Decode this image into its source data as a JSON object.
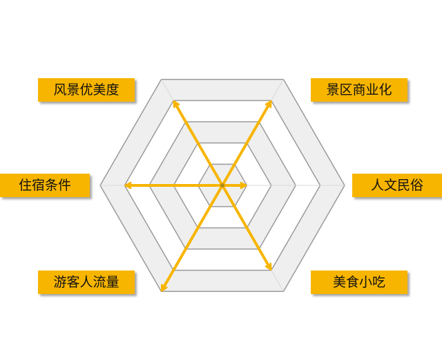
{
  "chart_data": {
    "type": "radar",
    "title": "",
    "axes": [
      "景区商业化",
      "人文民俗",
      "美食小吃",
      "游客人流量",
      "住宿条件",
      "风景优美度"
    ],
    "values": [
      4,
      1,
      4,
      5,
      4,
      4
    ],
    "range": [
      0,
      5
    ],
    "rings": 5
  },
  "labels": {
    "scenery": "风景优美度",
    "commercial": "景区商业化",
    "lodging": "住宿条件",
    "culture": "人文民俗",
    "visitors": "游客人流量",
    "food": "美食小吃"
  },
  "colors": {
    "accent": "#F7B500",
    "grid": "#9a9a9a",
    "band": "#efefef"
  }
}
